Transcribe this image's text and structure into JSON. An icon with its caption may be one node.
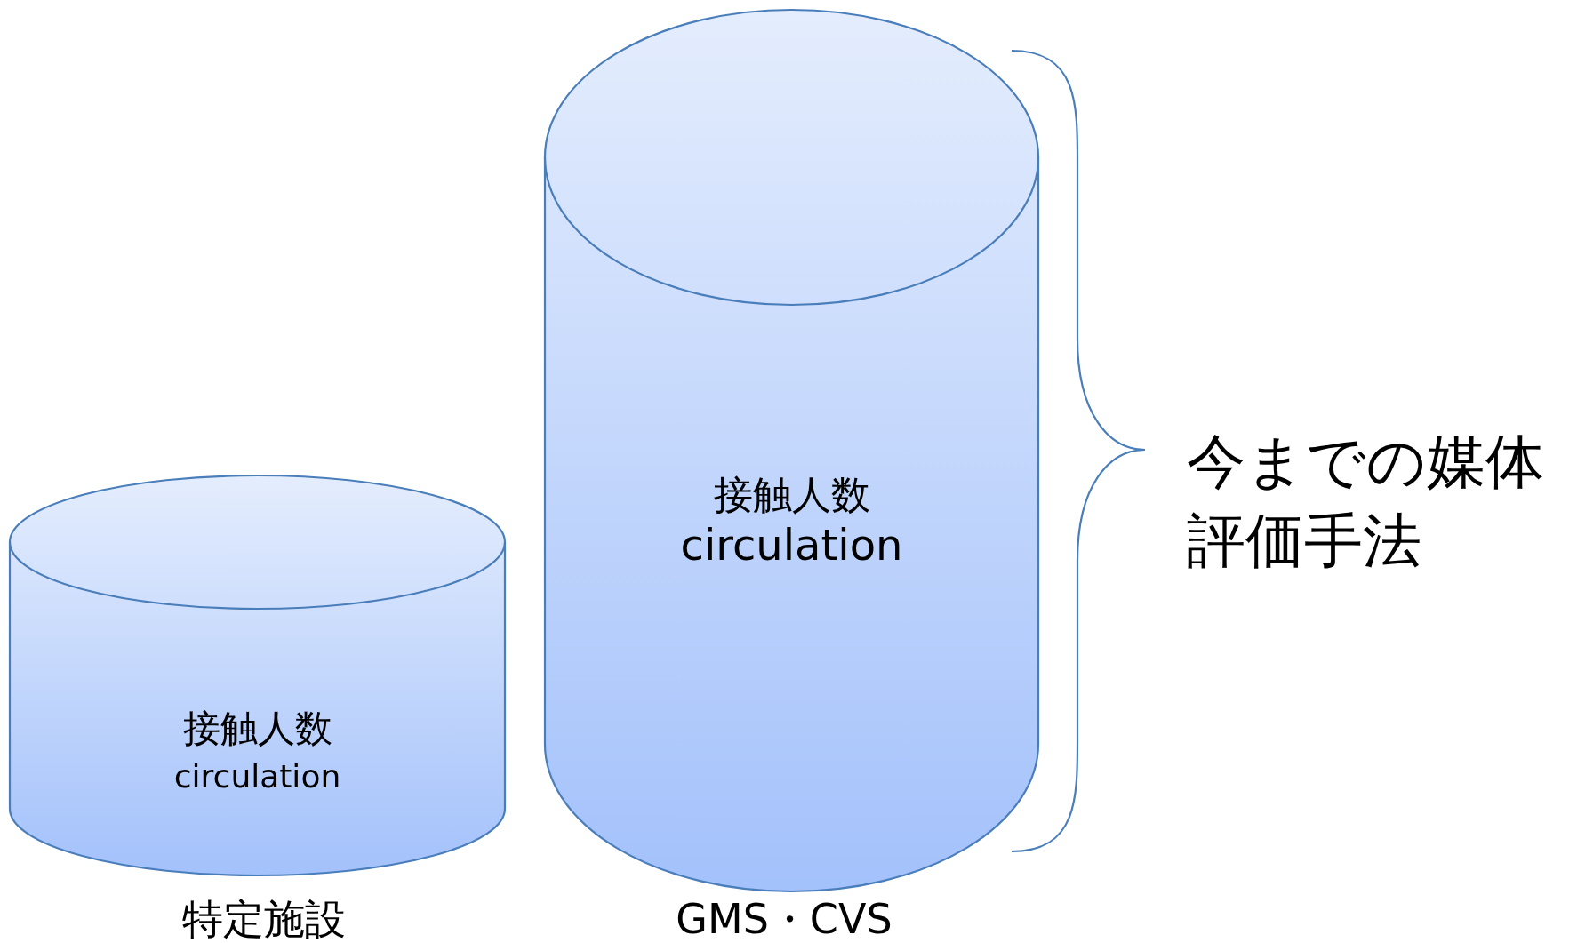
{
  "diagram": {
    "nodes": [
      {
        "text": [
          "接触人数",
          "circulation"
        ],
        "beside": [
          "特定施設"
        ]
      },
      {
        "text": [
          "接触人数",
          "circulation"
        ],
        "beside": [
          "GMS・CVS"
        ]
      }
    ],
    "labels": [
      "今までの媒体評価手法"
    ]
  }
}
